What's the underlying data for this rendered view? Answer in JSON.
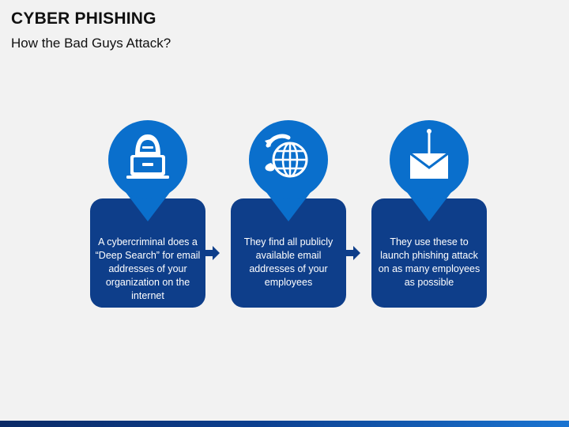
{
  "header": {
    "title": "CYBER PHISHING",
    "subtitle": "How the Bad Guys Attack?"
  },
  "colors": {
    "box": "#0e3e8a",
    "circle": "#0a6fcc",
    "arrow": "#0e3e8a",
    "text": "#ffffff"
  },
  "steps": [
    {
      "icon": "hacker-laptop-icon",
      "text": "A cybercriminal does a “Deep Search” for email addresses of your organization on the internet"
    },
    {
      "icon": "globe-search-icon",
      "text": "They find all publicly available email addresses of your employees"
    },
    {
      "icon": "phishing-email-icon",
      "text": "They use these to launch phishing attack on as many employees as possible"
    }
  ]
}
